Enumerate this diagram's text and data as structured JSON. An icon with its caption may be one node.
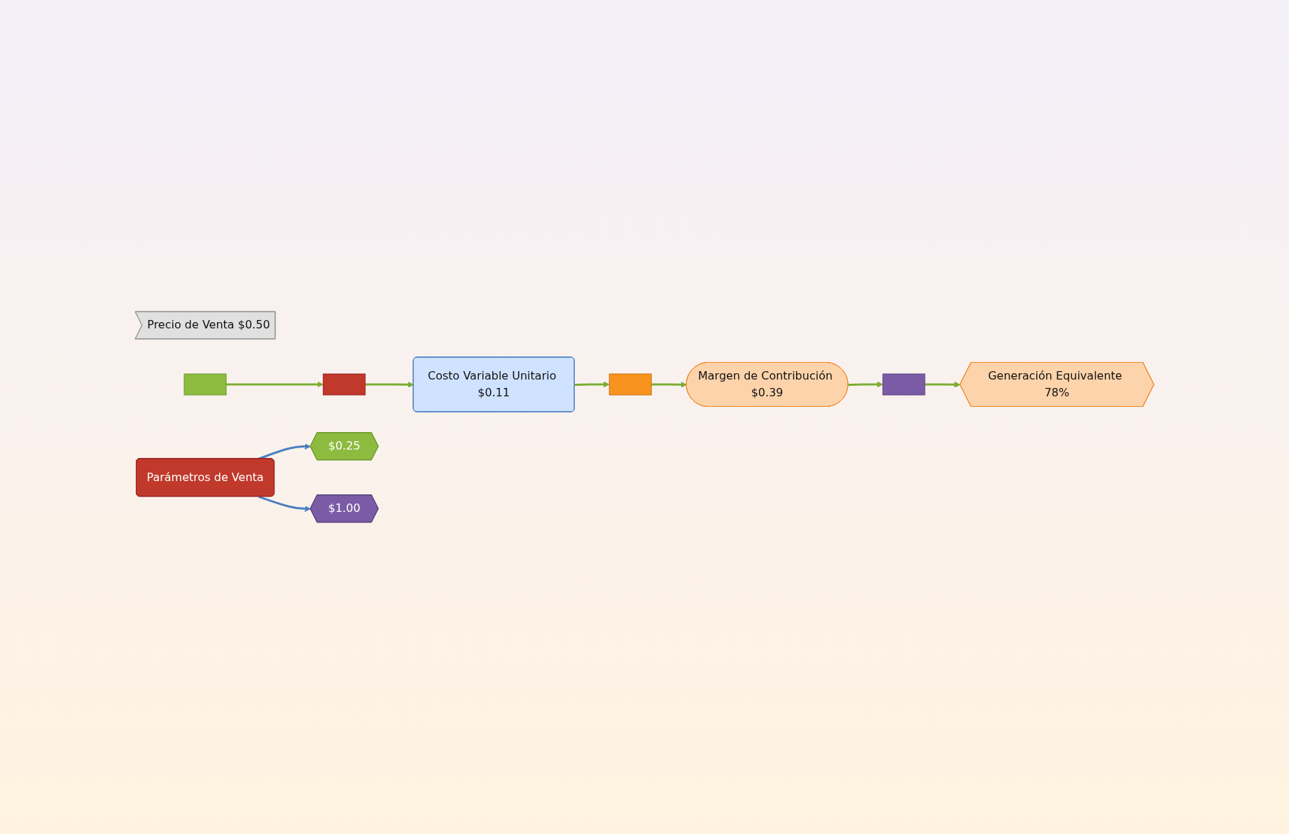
{
  "diagram": {
    "nodes": [
      {
        "text": [
          "Precio de Venta $0.50"
        ]
      },
      {
        "text": [],
        "shape": "bar"
      },
      {
        "text": [],
        "shape": "bar"
      },
      {
        "text": [
          "Costo Variable Unitario $0.11"
        ]
      },
      {
        "text": [],
        "shape": "bar"
      },
      {
        "text": [
          "Margen de Contribución $0.39"
        ]
      },
      {
        "text": [],
        "shape": "bar"
      },
      {
        "text": [
          "Generación Equivalente 78%"
        ]
      },
      {
        "text": [
          "Parámetros de Venta"
        ]
      },
      {
        "text": [
          "$0.25"
        ]
      },
      {
        "text": [
          "$1.00"
        ]
      }
    ],
    "edges": [
      {
        "from": 1,
        "to": 2,
        "arrow": "to"
      },
      {
        "from": 2,
        "to": 3,
        "arrow": "to"
      },
      {
        "from": 3,
        "to": 4,
        "arrow": "to"
      },
      {
        "from": 4,
        "to": 5,
        "arrow": "to"
      },
      {
        "from": 5,
        "to": 6,
        "arrow": "to"
      },
      {
        "from": 6,
        "to": 7,
        "arrow": "to"
      },
      {
        "from": 8,
        "to": 9,
        "arrow": "to",
        "color": "#4a7fc1"
      },
      {
        "from": 8,
        "to": 10,
        "arrow": "to",
        "color": "#4a7fc1"
      }
    ]
  }
}
